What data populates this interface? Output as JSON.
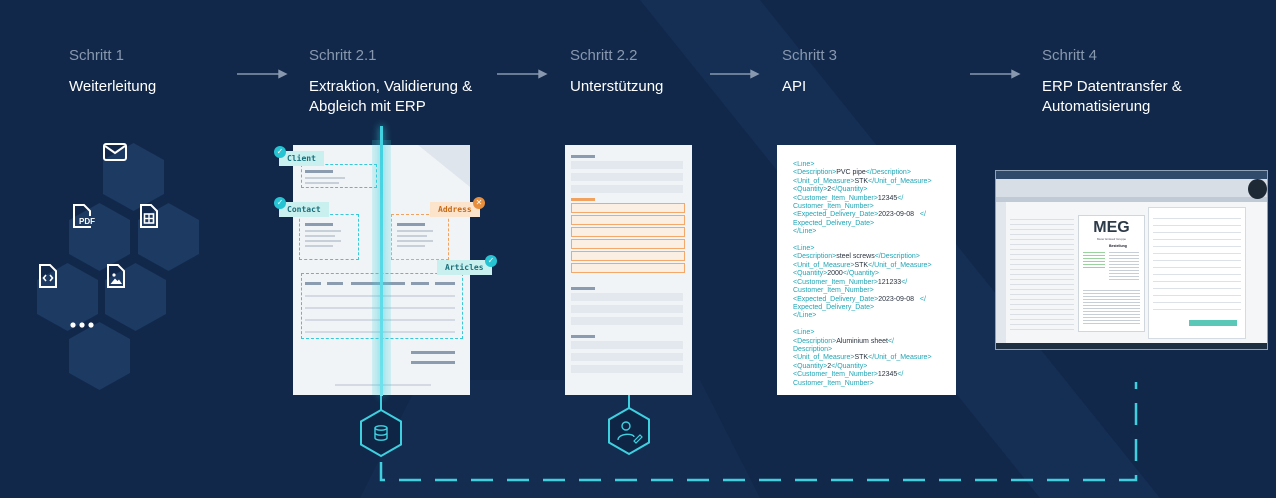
{
  "steps": [
    {
      "num": "Schritt 1",
      "title": "Weiterleitung"
    },
    {
      "num": "Schritt 2.1",
      "title_line1": "Extraktion, Validierung &",
      "title_line2": "Abgleich mit ERP"
    },
    {
      "num": "Schritt 2.2",
      "title": "Unterstützung"
    },
    {
      "num": "Schritt 3",
      "title": "API"
    },
    {
      "num": "Schritt 4",
      "title_line1": "ERP Datentransfer &",
      "title_line2": "Automatisierung"
    }
  ],
  "input_icons": [
    "mail-icon",
    "pdf-file-icon",
    "spreadsheet-file-icon",
    "code-file-icon",
    "image-file-icon",
    "more-icon"
  ],
  "pdf_label": "PDF",
  "tags": {
    "client": "Client",
    "contact": "Contact",
    "address": "Address",
    "articles": "Articles"
  },
  "xml_lines": [
    {
      "text": "<Line>",
      "tag": true
    },
    {
      "open": "<Description>",
      "value": "PVC pipe",
      "close": "</Description>"
    },
    {
      "open": "<Unit_of_Measure>",
      "value": "STK",
      "close": "</Unit_of_Measure>"
    },
    {
      "open": "<Quantity>",
      "value": "2",
      "close": "</Quantity>"
    },
    {
      "open": "<Customer_Item_Number>",
      "value": "12345",
      "close": "</"
    },
    {
      "text": "Customer_Item_Number>",
      "tag": true
    },
    {
      "open": "<Expected_Delivery_Date>",
      "value": "2023-09-08",
      "close": "   </"
    },
    {
      "text": "Expected_Delivery_Date>",
      "tag": true
    },
    {
      "text": "</Line>",
      "tag": true
    },
    {
      "text": "",
      "tag": false
    },
    {
      "text": "<Line>",
      "tag": true
    },
    {
      "open": "<Description>",
      "value": "steel screws",
      "close": "</Description>"
    },
    {
      "open": "<Unit_of_Measure>",
      "value": "STK",
      "close": "</Unit_of_Measure>"
    },
    {
      "open": "<Quantity>",
      "value": "2000",
      "close": "</Quantity>"
    },
    {
      "open": "<Customer_Item_Number>",
      "value": "121233",
      "close": "</"
    },
    {
      "text": "Customer_Item_Number>",
      "tag": true
    },
    {
      "open": "<Expected_Delivery_Date>",
      "value": "2023-09-08",
      "close": "   </"
    },
    {
      "text": "Expected_Delivery_Date>",
      "tag": true
    },
    {
      "text": "</Line>",
      "tag": true
    },
    {
      "text": "",
      "tag": false
    },
    {
      "text": "<Line>",
      "tag": true
    },
    {
      "open": "<Description>",
      "value": "Aluminium sheet",
      "close": "</"
    },
    {
      "text": "Description>",
      "tag": true
    },
    {
      "open": "<Unit_of_Measure>",
      "value": "STK",
      "close": "</Unit_of_Measure>"
    },
    {
      "open": "<Quantity>",
      "value": "2",
      "close": "</Quantity>"
    },
    {
      "open": "<Customer_Item_Number>",
      "value": "12345",
      "close": "</"
    },
    {
      "text": "Customer_Item_Number>",
      "tag": true
    }
  ],
  "erp_screenshot": {
    "brand": "MEG",
    "brand_sub": "Meier Einkauf Gruppe",
    "heading": "Bestellung"
  },
  "colors": {
    "background": "#11284a",
    "accent": "#26c3d3",
    "orange": "#f1a25e",
    "dashed_connector": "#3fd0e0"
  }
}
